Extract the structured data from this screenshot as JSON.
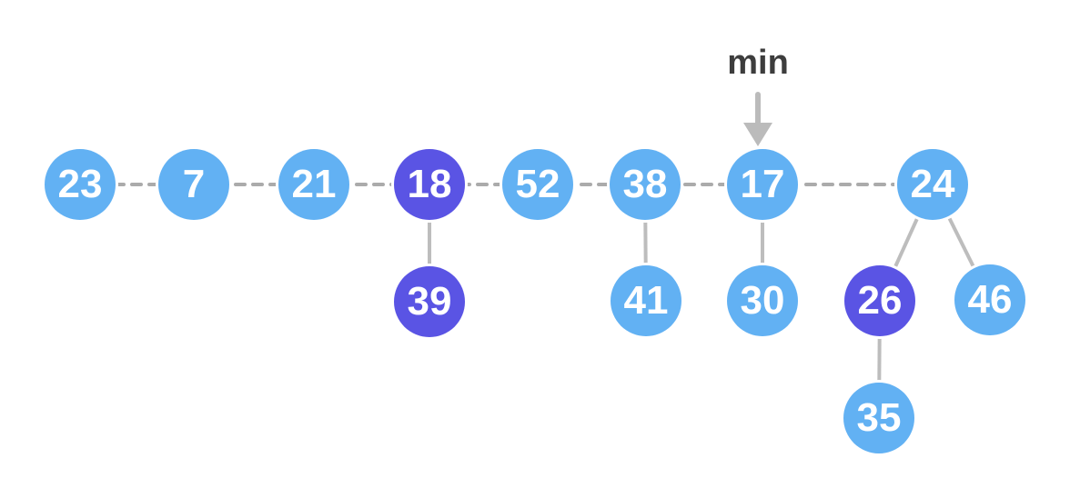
{
  "annotation": {
    "min_label": "min",
    "min_target_node": "17"
  },
  "colors": {
    "node_blue": "#62B1F3",
    "node_purple": "#5A54E4",
    "node_text": "#FFFFFF",
    "root_link_dash_gray": "#ABABAB",
    "edge_solid_gray": "#BDBDBD",
    "arrow_gray": "#BBBBBB",
    "min_text_gray": "#3D3D3D"
  },
  "root_list_order": [
    "23",
    "7",
    "21",
    "18",
    "52",
    "38",
    "17",
    "24"
  ],
  "nodes": [
    {
      "label": "23",
      "color": "blue"
    },
    {
      "label": "7",
      "color": "blue"
    },
    {
      "label": "21",
      "color": "blue"
    },
    {
      "label": "18",
      "color": "purple"
    },
    {
      "label": "52",
      "color": "blue"
    },
    {
      "label": "38",
      "color": "blue"
    },
    {
      "label": "17",
      "color": "blue"
    },
    {
      "label": "24",
      "color": "blue"
    },
    {
      "label": "39",
      "color": "purple"
    },
    {
      "label": "41",
      "color": "blue"
    },
    {
      "label": "30",
      "color": "blue"
    },
    {
      "label": "26",
      "color": "purple"
    },
    {
      "label": "46",
      "color": "blue"
    },
    {
      "label": "35",
      "color": "blue"
    }
  ],
  "edges": [
    {
      "parent": "18",
      "child": "39"
    },
    {
      "parent": "38",
      "child": "41"
    },
    {
      "parent": "17",
      "child": "30"
    },
    {
      "parent": "24",
      "child": "26"
    },
    {
      "parent": "24",
      "child": "46"
    },
    {
      "parent": "26",
      "child": "35"
    }
  ]
}
